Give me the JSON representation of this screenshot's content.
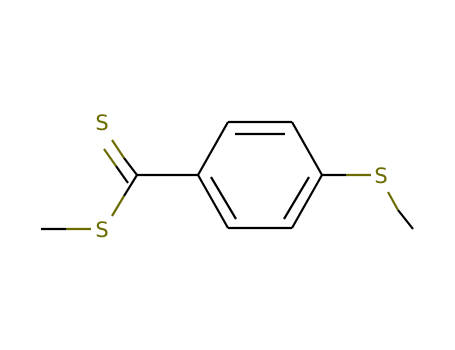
{
  "molecule": {
    "atoms": [
      {
        "id": "S1",
        "element": "S",
        "label": "S"
      },
      {
        "id": "S2",
        "element": "S",
        "label": "S"
      },
      {
        "id": "S3",
        "element": "S",
        "label": "S"
      }
    ]
  },
  "colors": {
    "bond": "#000000",
    "sulfur": "#6b6b00"
  }
}
